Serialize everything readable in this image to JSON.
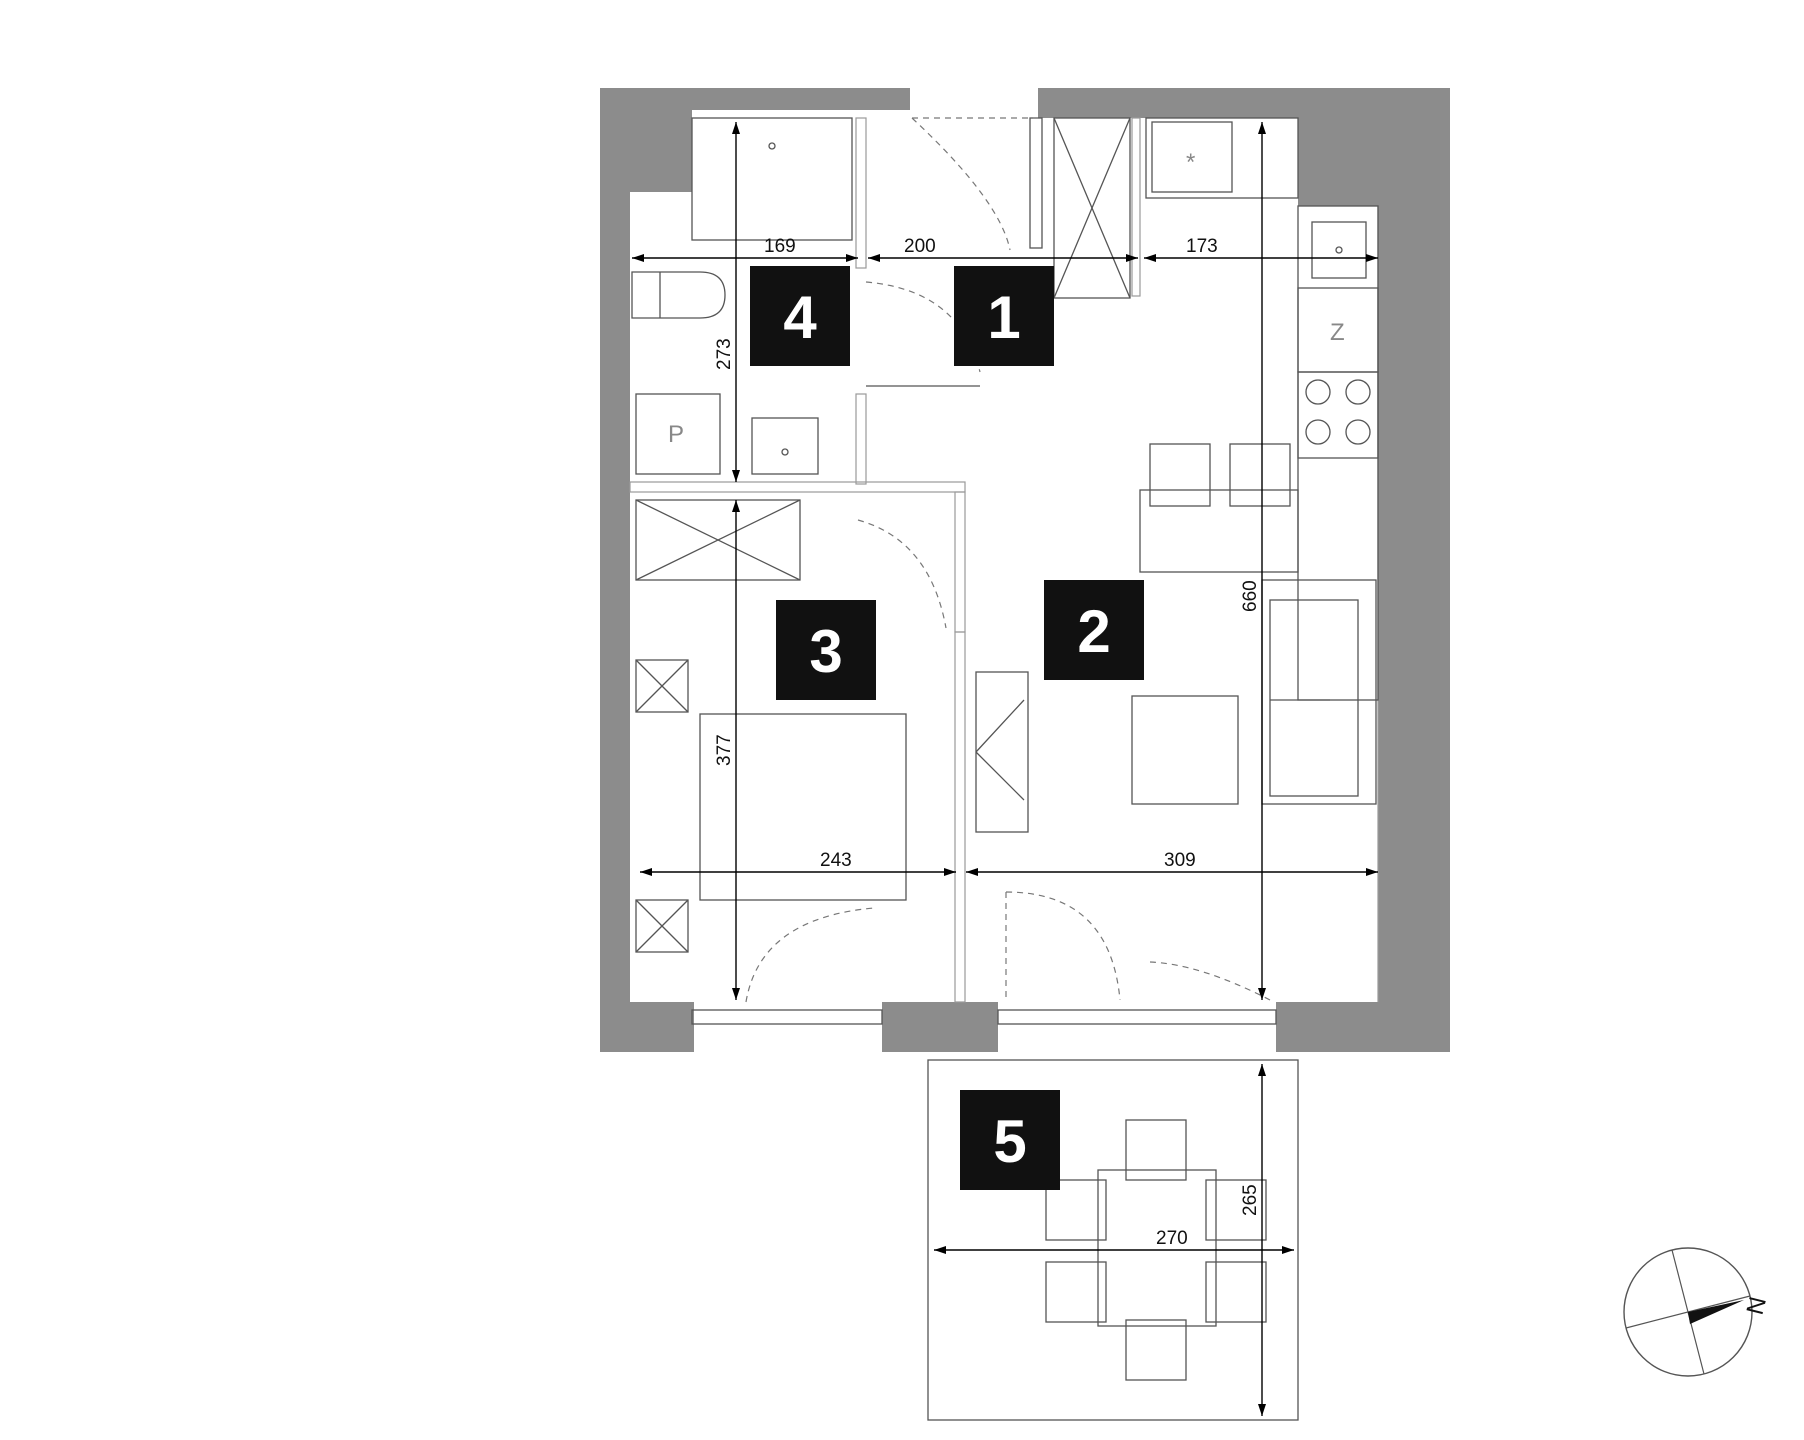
{
  "rooms": [
    {
      "id": "room-1",
      "number": "1"
    },
    {
      "id": "room-2",
      "number": "2"
    },
    {
      "id": "room-3",
      "number": "3"
    },
    {
      "id": "room-4",
      "number": "4"
    },
    {
      "id": "room-5",
      "number": "5"
    }
  ],
  "dimensions": {
    "bath_width": "169",
    "hall_width": "200",
    "kitchen_width": "173",
    "bath_depth": "273",
    "living_depth": "660",
    "bedroom_depth": "377",
    "bedroom_width": "243",
    "living_width": "309",
    "balcony_width": "270",
    "balcony_depth": "265"
  },
  "fixtures": {
    "washer_letter": "P",
    "fridge_letter": "Z"
  },
  "compass": {
    "north_letter": "N"
  },
  "colors": {
    "wall": "#8c8c8c",
    "room_badge": "#111111",
    "room_badge_text": "#ffffff"
  },
  "icons": [
    "compass-icon"
  ]
}
